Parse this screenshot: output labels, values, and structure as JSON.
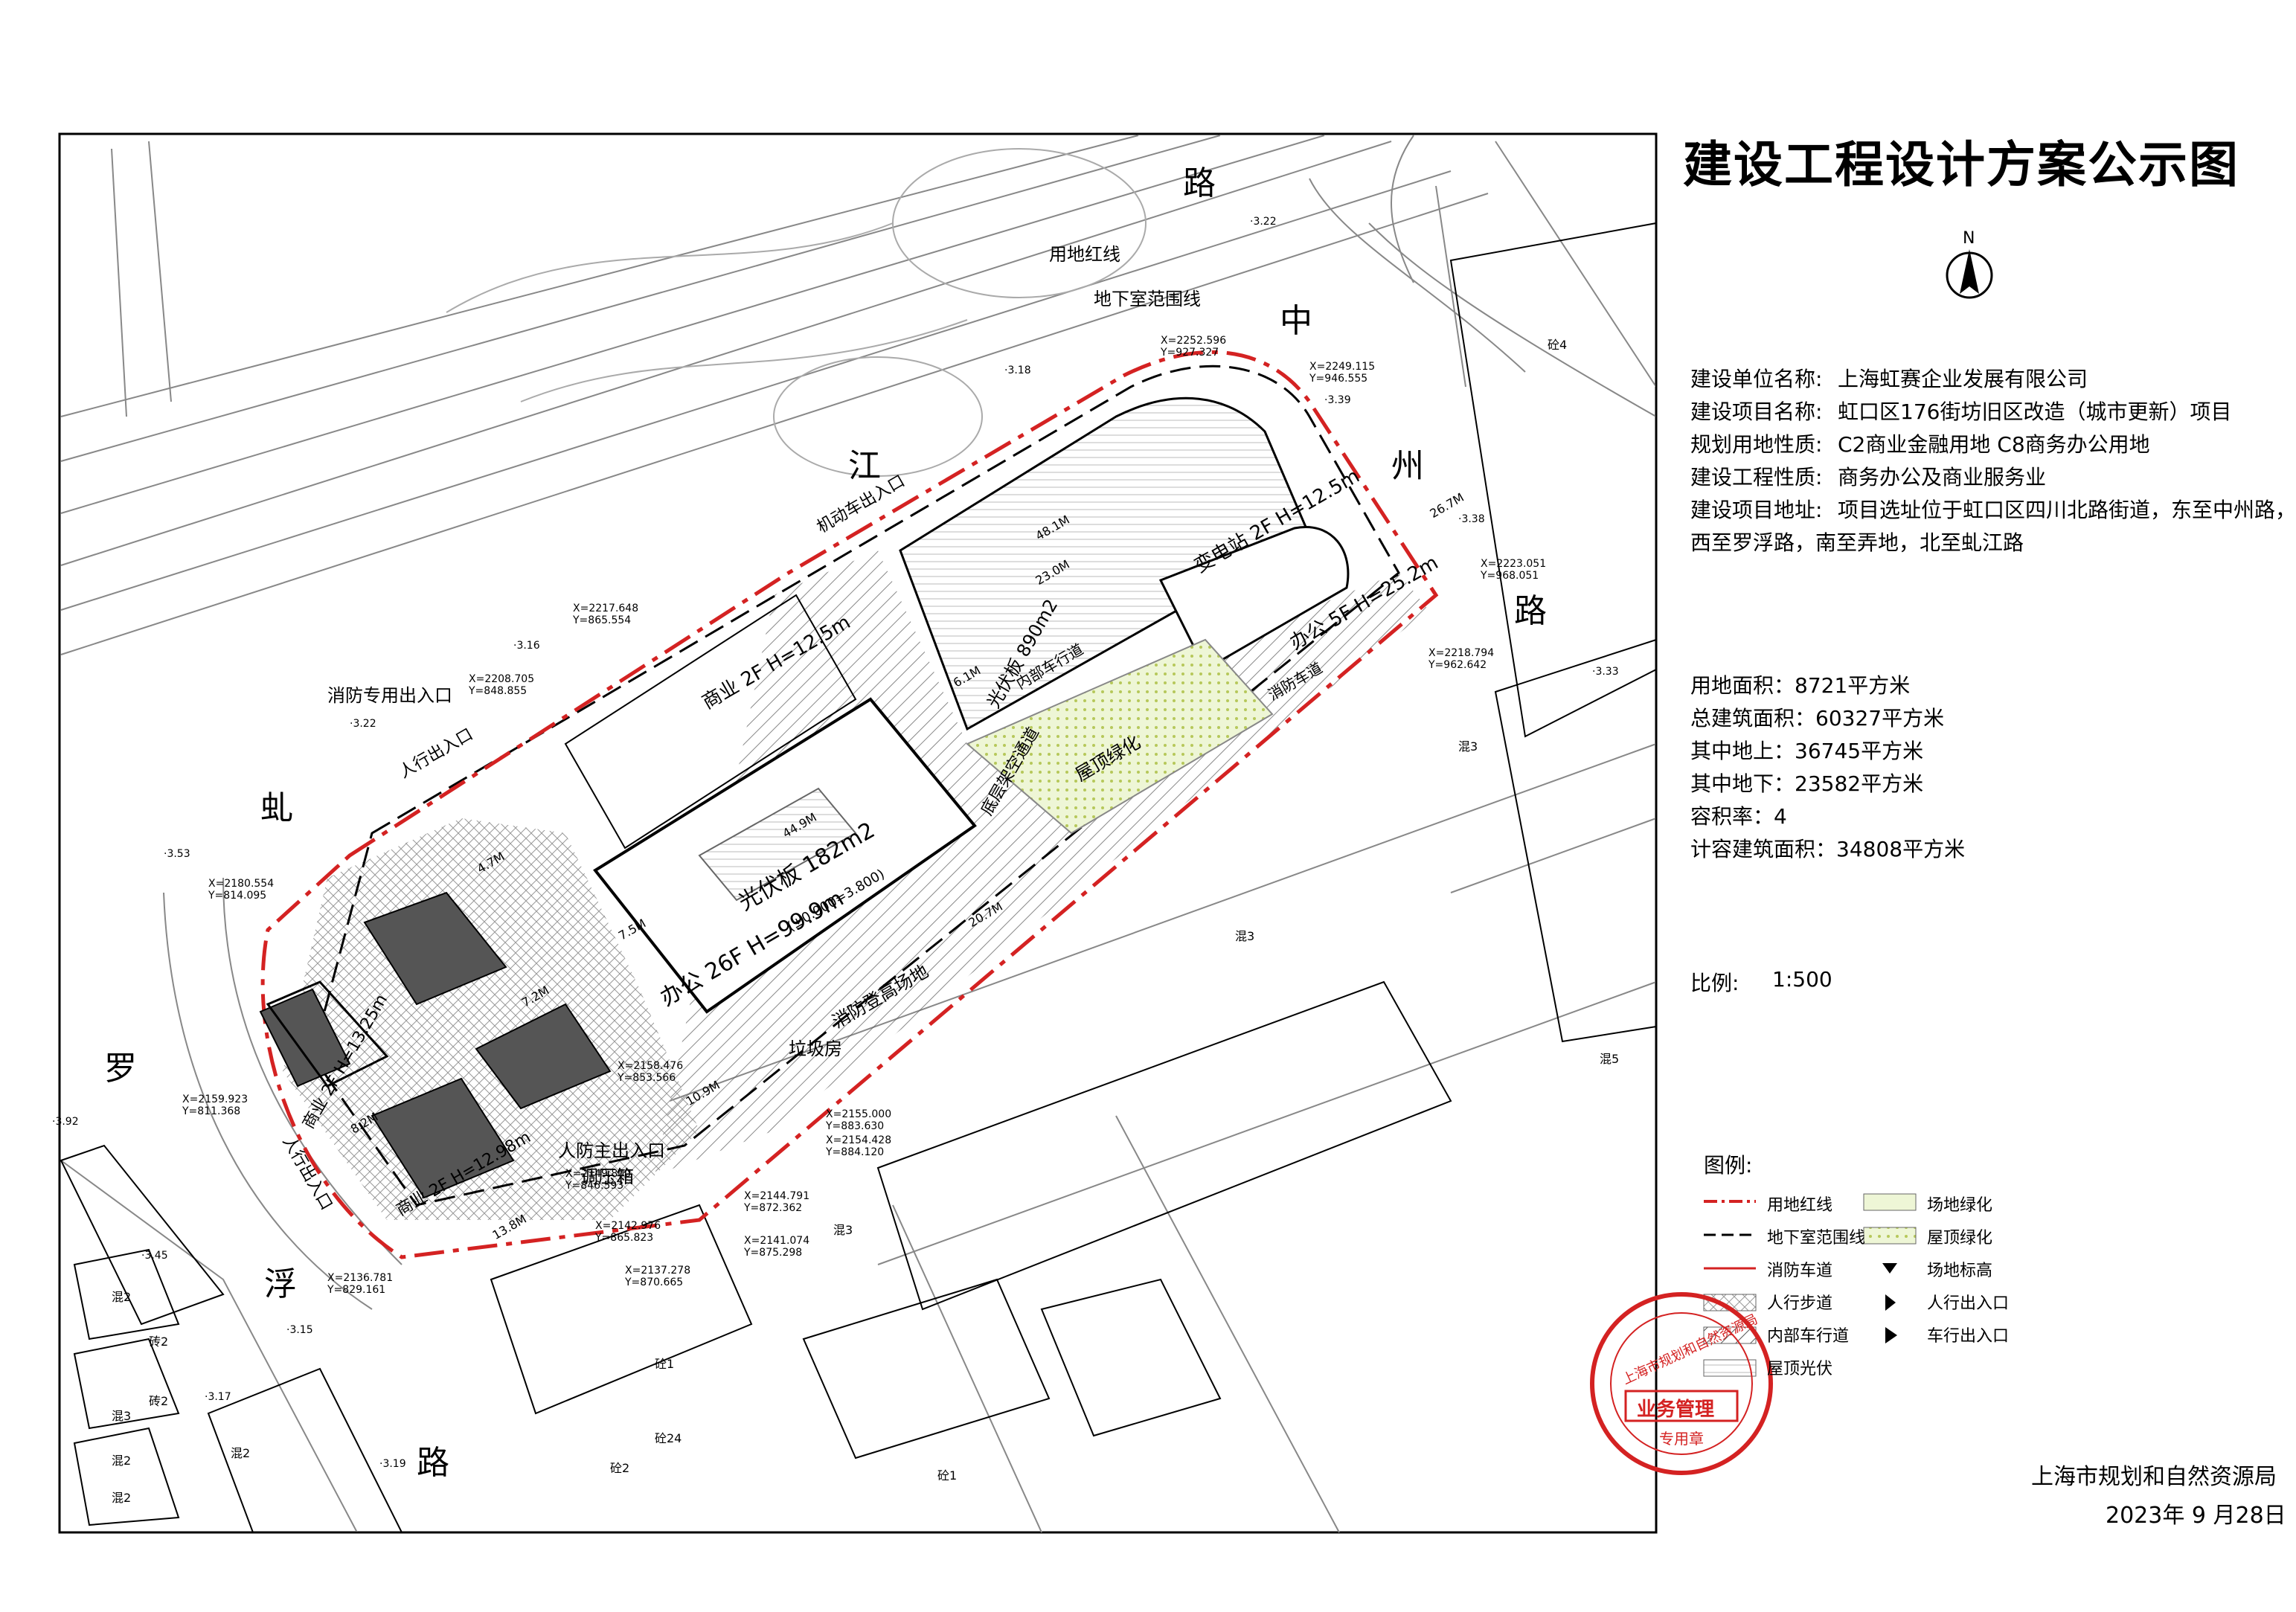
{
  "title": "建设工程设计方案公示图",
  "north": "N",
  "info": [
    {
      "label": "建设单位名称:",
      "value": "上海虹赛企业发展有限公司"
    },
    {
      "label": "建设项目名称:",
      "value": "虹口区176街坊旧区改造（城市更新）项目"
    },
    {
      "label": "规划用地性质:",
      "value": "C2商业金融用地 C8商务办公用地"
    },
    {
      "label": "建设工程性质:",
      "value": "商务办公及商业服务业"
    },
    {
      "label": "建设项目地址:",
      "value": "项目选址位于虹口区四川北路街道，东至中州路，"
    },
    {
      "label": "",
      "value": "西至罗浮路，南至弄地，北至虬江路"
    }
  ],
  "stats": [
    "用地面积：8721平方米",
    "总建筑面积：60327平方米",
    "其中地上：36745平方米",
    "其中地下：23582平方米",
    "容积率：4",
    "计容建筑面积：34808平方米"
  ],
  "scale": {
    "label": "比例:",
    "value": "1:500"
  },
  "legend": {
    "title": "图例:",
    "items": [
      {
        "key": "red-line",
        "label": "用地红线"
      },
      {
        "key": "site-green",
        "label": "场地绿化"
      },
      {
        "key": "basement-line",
        "label": "地下室范围线"
      },
      {
        "key": "roof-green",
        "label": "屋顶绿化"
      },
      {
        "key": "fire-lane",
        "label": "消防车道"
      },
      {
        "key": "site-elev",
        "label": "场地标高"
      },
      {
        "key": "sidewalk",
        "label": "人行步道"
      },
      {
        "key": "ped-entry",
        "label": "人行出入口"
      },
      {
        "key": "internal-road",
        "label": "内部车行道"
      },
      {
        "key": "car-entry",
        "label": "车行出入口"
      },
      {
        "key": "roof-pv",
        "label": "屋顶光伏"
      }
    ]
  },
  "issuer": "上海市规划和自然资源局",
  "issue_date": "2023年  9 月28日",
  "stamp": {
    "text": "上海市规划和自然资源局",
    "band": "业务管理",
    "sub": "专用章"
  },
  "map": {
    "roads": {
      "zhongzhou": [
        "路",
        "中",
        "州",
        "路"
      ],
      "qiujiang": [
        "江"
      ],
      "luofu_top": [
        "虬"
      ],
      "luofu": [
        "罗",
        "浮",
        "路"
      ]
    },
    "callouts": {
      "red_line": "用地红线",
      "basement": "地下室范围线",
      "fire_entry": "消防专用出入口",
      "ped_entry_top": "人行出入口",
      "ped_entry_left": "人行出入口",
      "civil_defense": "人防主出入口",
      "regulator": "调压箱",
      "garbage": "垃圾房",
      "motor_entry": "机动车出入口"
    },
    "buildings": {
      "commercial": {
        "name": "商业",
        "floors": "2F",
        "height": "H=12.5m"
      },
      "substation": {
        "name": "变电站",
        "floors": "2F",
        "height": "H=12.5m"
      },
      "office_small": {
        "name": "办公",
        "floors": "5F",
        "height": "H=25.2m"
      },
      "office_tower": {
        "name": "办公",
        "floors": "26F",
        "height": "H=99.9m"
      },
      "pv_tower": {
        "name": "光伏板",
        "area": "182m2",
        "elev": "(±0.000=3.800)"
      },
      "pv_north": {
        "name": "光伏板",
        "area": "890m2"
      },
      "podium_green": "屋顶绿化",
      "arcade": "底层架空通道",
      "rescue": "消防登高场地",
      "lanes": [
        "内部车行道",
        "消防车道"
      ],
      "heritage_a": {
        "name": "商业",
        "floors": "2F",
        "height": "H=13.25m"
      },
      "heritage_b": {
        "name": "商业",
        "floors": "2F",
        "height": "H=12.98m"
      },
      "dims": [
        "44.9M",
        "48.1M",
        "23.0M",
        "6.1M",
        "7.5M",
        "4.7M",
        "8.2M",
        "13.8M",
        "7.2M",
        "20.7M",
        "26.7M",
        "10.9M"
      ]
    },
    "coords": [
      "X=2252.596 Y=927.327",
      "X=2249.115 Y=946.555",
      "X=2223.051 Y=968.051",
      "X=2218.794 Y=962.642",
      "X=2217.648 Y=865.554",
      "X=2208.705 Y=848.855",
      "X=2180.554 Y=814.095",
      "X=2159.923 Y=811.368",
      "X=2158.476 Y=853.566",
      "X=2155.000 Y=883.630",
      "X=2154.428 Y=884.120",
      "X=2149.800 Y=846.593",
      "X=2144.791 Y=872.362",
      "X=2142.976 Y=865.823",
      "X=2141.074 Y=875.298",
      "X=2137.278 Y=870.665",
      "X=2136.781 Y=829.161"
    ],
    "elevations": [
      "3.22",
      "3.18",
      "3.39",
      "3.38",
      "3.33",
      "3.16",
      "3.22",
      "3.53",
      "3.92",
      "3.45",
      "3.15",
      "3.17",
      "3.19"
    ],
    "labels": [
      "砼4",
      "混3",
      "混3",
      "混5",
      "混3",
      "砼1",
      "砼24",
      "砼2",
      "混2",
      "混2",
      "砖2",
      "砖2",
      "混3",
      "混2",
      "混2",
      "砼1"
    ]
  }
}
